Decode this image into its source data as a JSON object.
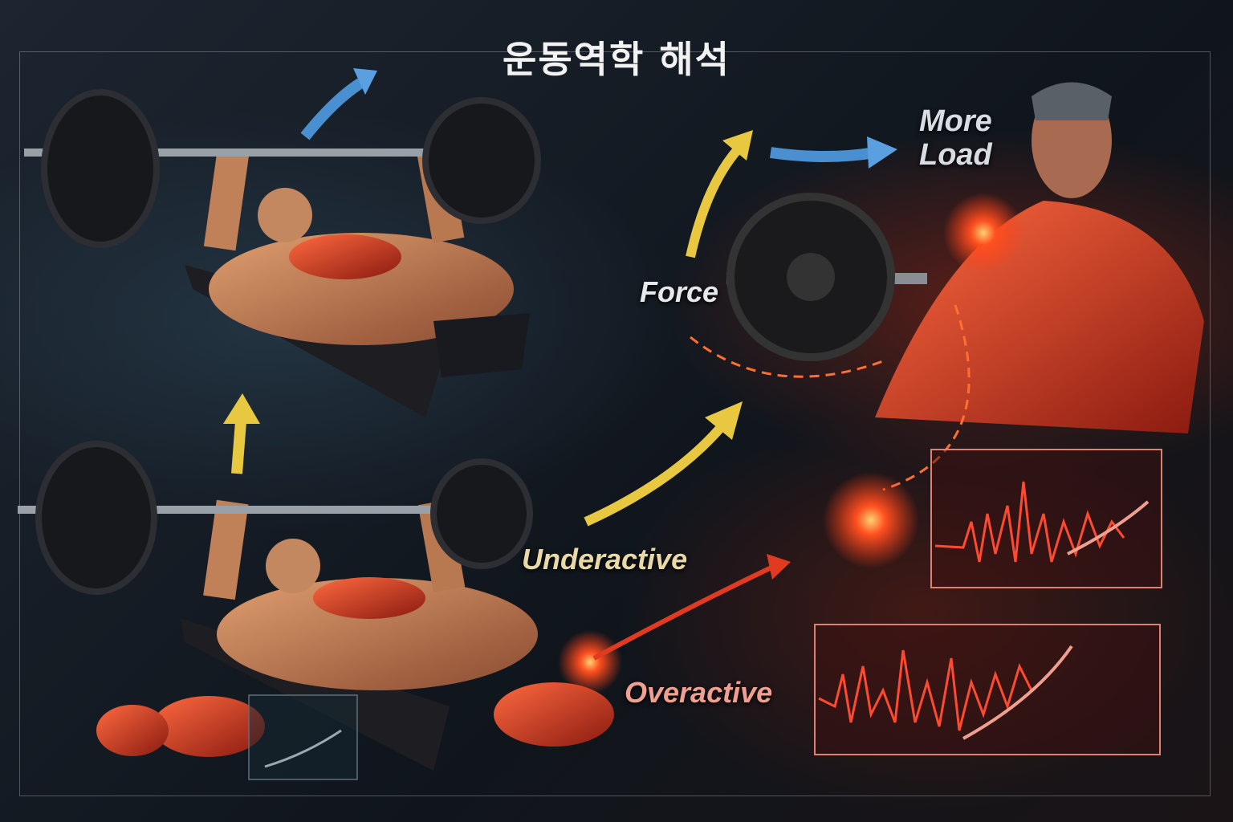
{
  "title": "운동역학 해석",
  "labels": {
    "more_load": "More\nLoad",
    "more": "More",
    "load": "Load",
    "force": "Force",
    "underactive": "Underactive",
    "overactive": "Overactive"
  },
  "colors": {
    "background": "#141a22",
    "muscle": "#d8452a",
    "arrow_yellow": "#e8c840",
    "arrow_blue": "#4a90d0",
    "signal_red": "#ff4a30"
  }
}
